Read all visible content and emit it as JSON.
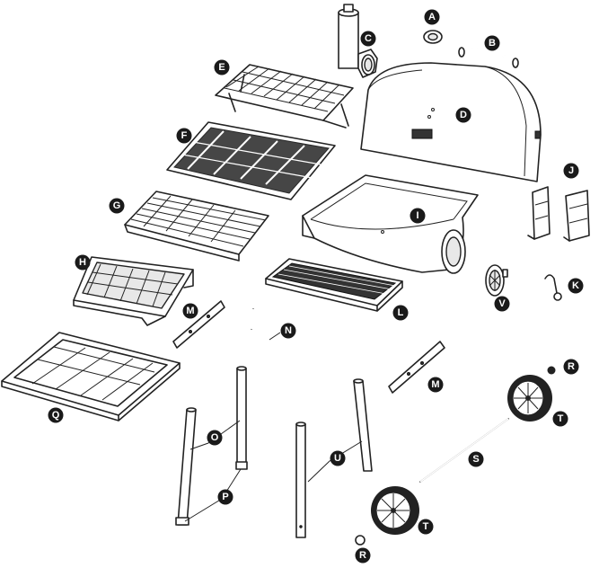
{
  "labels": {
    "A": "A",
    "B": "B",
    "C": "C",
    "D": "D",
    "E": "E",
    "F": "F",
    "G": "G",
    "H": "H",
    "I": "I",
    "J": "J",
    "K": "K",
    "L": "L",
    "M": "M",
    "N": "N",
    "O": "O",
    "P": "P",
    "Q": "Q",
    "R": "R",
    "S": "S",
    "T": "T",
    "U": "U",
    "V": "V"
  },
  "colors": {
    "line": "#222222",
    "badge": "#1a1a1a",
    "badge_text": "#ffffff"
  }
}
